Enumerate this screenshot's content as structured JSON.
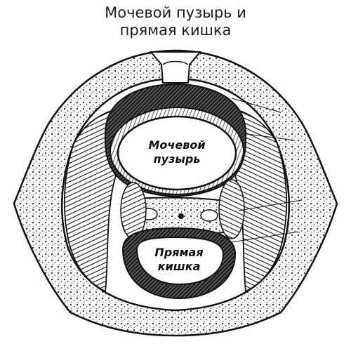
{
  "title": {
    "line1": "Мочевой пузырь и",
    "line2": "прямая кишка"
  },
  "labels": {
    "bladder_line1": "Мочевой",
    "bladder_line2": "пузырь",
    "rectum_line1": "Прямая",
    "rectum_line2": "кишка"
  },
  "colors": {
    "ink": "#111111",
    "paper": "#ffffff",
    "bone": "#f2f2f2"
  }
}
